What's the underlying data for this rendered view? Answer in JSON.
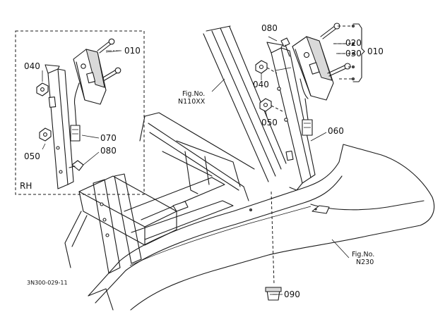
{
  "callouts": {
    "p010_main": "010",
    "p020": "020",
    "p030": "030",
    "p040_main": "040",
    "p050_main": "050",
    "p060": "060",
    "p080_main": "080",
    "p090": "090",
    "p010_inset": "010",
    "p040_inset": "040",
    "p050_inset": "050",
    "p070": "070",
    "p080_inset": "080"
  },
  "inset": {
    "side_label": "RH"
  },
  "references": {
    "fig1_title": "Fig.No.",
    "fig1_number": "N110XX",
    "fig2_title": "Fig.No.",
    "fig2_number": "N230"
  },
  "drawing_code": "3N300-029-11"
}
